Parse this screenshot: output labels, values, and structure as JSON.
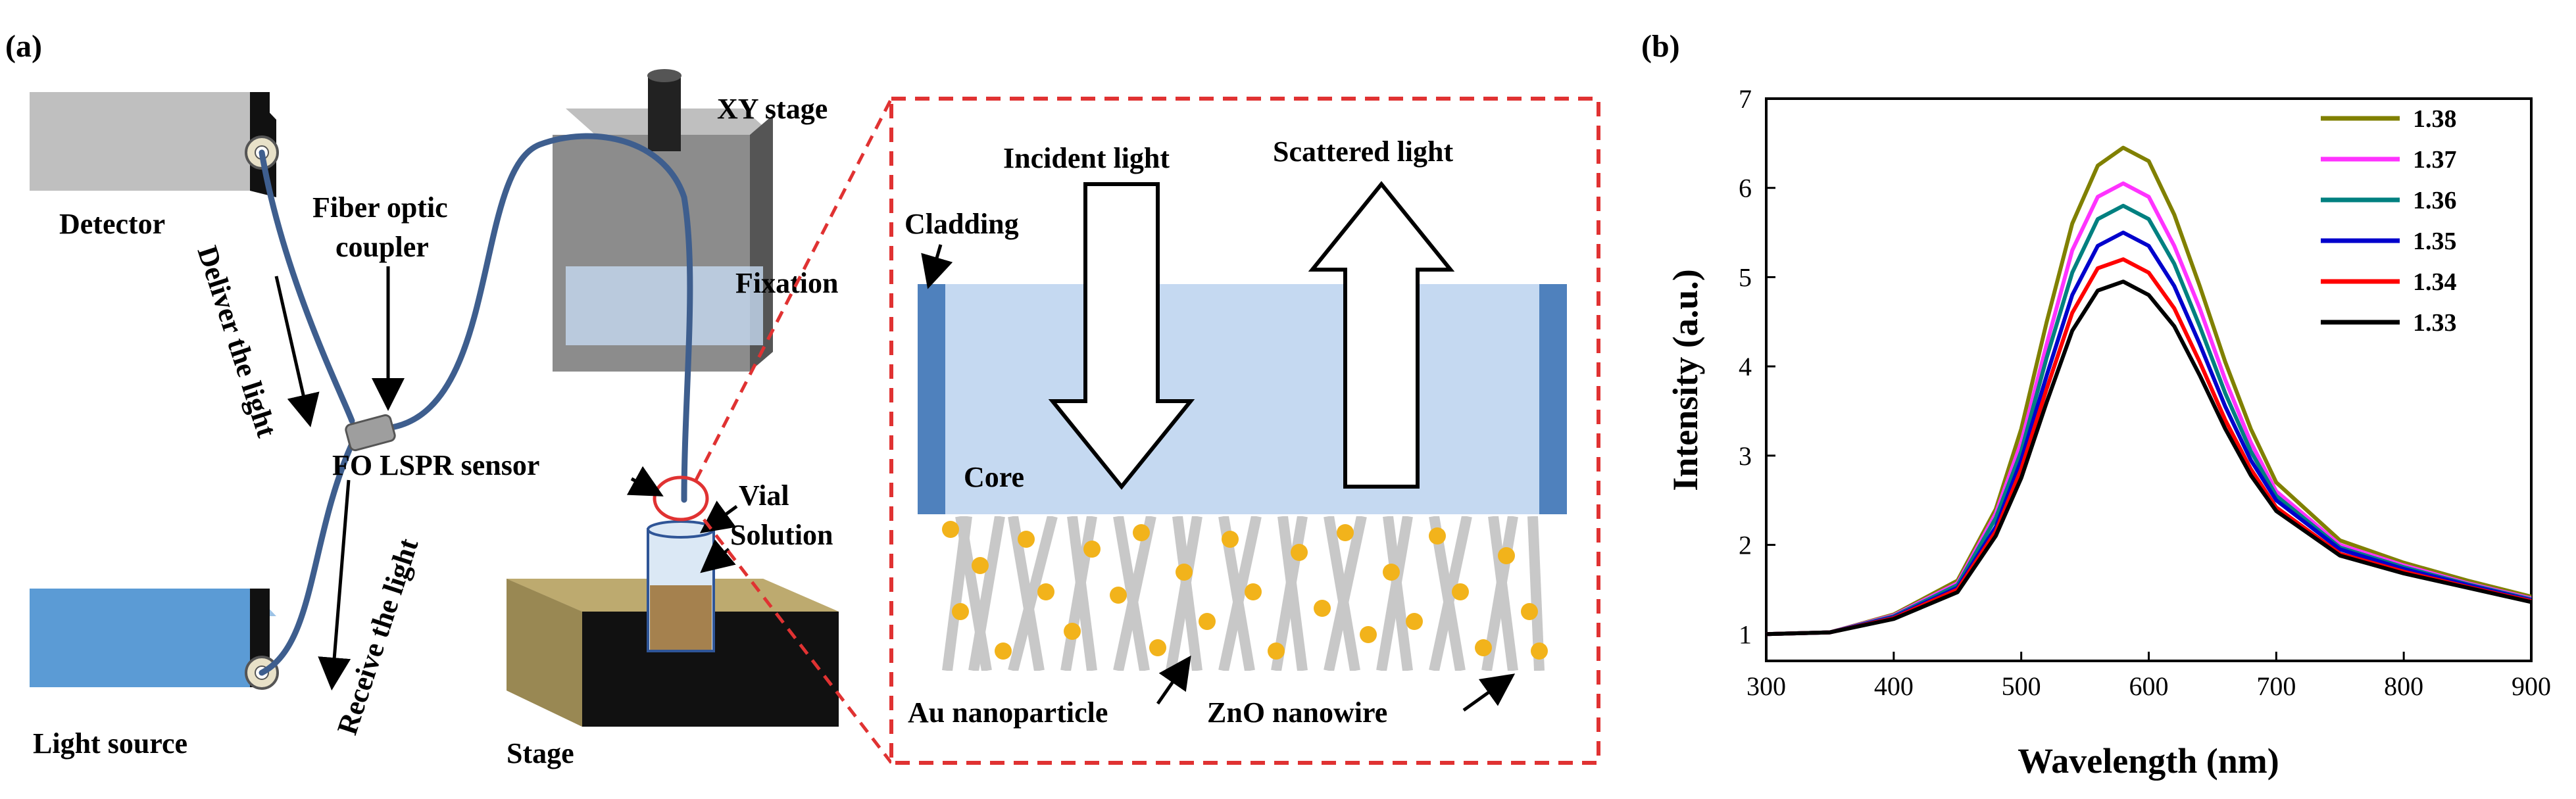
{
  "panel_a": {
    "panel_label": "(a)",
    "labels": {
      "detector": "Detector",
      "light_source": "Light source",
      "fiber_optic_coupler_line1": "Fiber optic",
      "fiber_optic_coupler_line2": "coupler",
      "deliver": "Deliver the light",
      "receive": "Receive the light",
      "fo_lspr_sensor": "FO LSPR sensor",
      "xy_stage": "XY stage",
      "fixation": "Fixation",
      "vial": "Vial",
      "solution": "Solution",
      "stage": "Stage"
    },
    "inset": {
      "incident_light": "Incident light",
      "scattered_light": "Scattered light",
      "cladding": "Cladding",
      "core": "Core",
      "au_nanoparticle": "Au nanoparticle",
      "zno_nanowire": "ZnO nanowire"
    },
    "colors": {
      "fiber": "#3e5e8e",
      "core": "#bcd3ee",
      "cladding": "#4f81bd",
      "nanowire": "#c8c8c8",
      "nanoparticle": "#f2b31b",
      "dashed_outline": "#e03232",
      "detector_box": "#bfbfbf",
      "light_source_box": "#5b9bd5",
      "stage_top": "#b7a46b",
      "solution": "#a5814e"
    }
  },
  "panel_b": {
    "panel_label": "(b)",
    "chart_data": {
      "type": "line",
      "xlabel": "Wavelength (nm)",
      "ylabel": "Intensity (a.u.)",
      "xlim": [
        300,
        900
      ],
      "ylim": [
        0.7,
        7
      ],
      "xticks": [
        300,
        400,
        500,
        600,
        700,
        800,
        900
      ],
      "yticks": [
        1,
        2,
        3,
        4,
        5,
        6,
        7
      ],
      "legend_position": "top-right",
      "x": [
        300,
        350,
        400,
        450,
        480,
        500,
        520,
        540,
        560,
        580,
        600,
        620,
        640,
        660,
        680,
        700,
        750,
        800,
        850,
        900
      ],
      "series": [
        {
          "name": "1.38",
          "color": "#808000",
          "values": [
            1.0,
            1.02,
            1.22,
            1.6,
            2.4,
            3.3,
            4.5,
            5.6,
            6.25,
            6.45,
            6.3,
            5.7,
            4.9,
            4.05,
            3.3,
            2.7,
            2.05,
            1.8,
            1.6,
            1.42
          ]
        },
        {
          "name": "1.37",
          "color": "#ff33ff",
          "values": [
            1.0,
            1.02,
            1.21,
            1.57,
            2.35,
            3.15,
            4.25,
            5.3,
            5.9,
            6.05,
            5.9,
            5.35,
            4.65,
            3.85,
            3.15,
            2.6,
            2.0,
            1.77,
            1.57,
            1.4
          ]
        },
        {
          "name": "1.36",
          "color": "#008080",
          "values": [
            1.0,
            1.02,
            1.2,
            1.55,
            2.3,
            3.05,
            4.1,
            5.05,
            5.65,
            5.8,
            5.65,
            5.15,
            4.45,
            3.7,
            3.05,
            2.55,
            1.97,
            1.75,
            1.56,
            1.39
          ]
        },
        {
          "name": "1.35",
          "color": "#0000cc",
          "values": [
            1.0,
            1.02,
            1.19,
            1.52,
            2.2,
            2.95,
            3.9,
            4.8,
            5.35,
            5.5,
            5.35,
            4.9,
            4.25,
            3.55,
            2.95,
            2.5,
            1.95,
            1.73,
            1.55,
            1.38
          ]
        },
        {
          "name": "1.34",
          "color": "#ff0000",
          "values": [
            1.0,
            1.02,
            1.18,
            1.5,
            2.15,
            2.85,
            3.75,
            4.6,
            5.1,
            5.2,
            5.05,
            4.65,
            4.05,
            3.4,
            2.85,
            2.42,
            1.9,
            1.7,
            1.53,
            1.37
          ]
        },
        {
          "name": "1.33",
          "color": "#000000",
          "values": [
            1.0,
            1.02,
            1.17,
            1.47,
            2.1,
            2.75,
            3.6,
            4.4,
            4.85,
            4.95,
            4.8,
            4.45,
            3.9,
            3.3,
            2.78,
            2.38,
            1.88,
            1.68,
            1.52,
            1.36
          ]
        }
      ]
    }
  }
}
